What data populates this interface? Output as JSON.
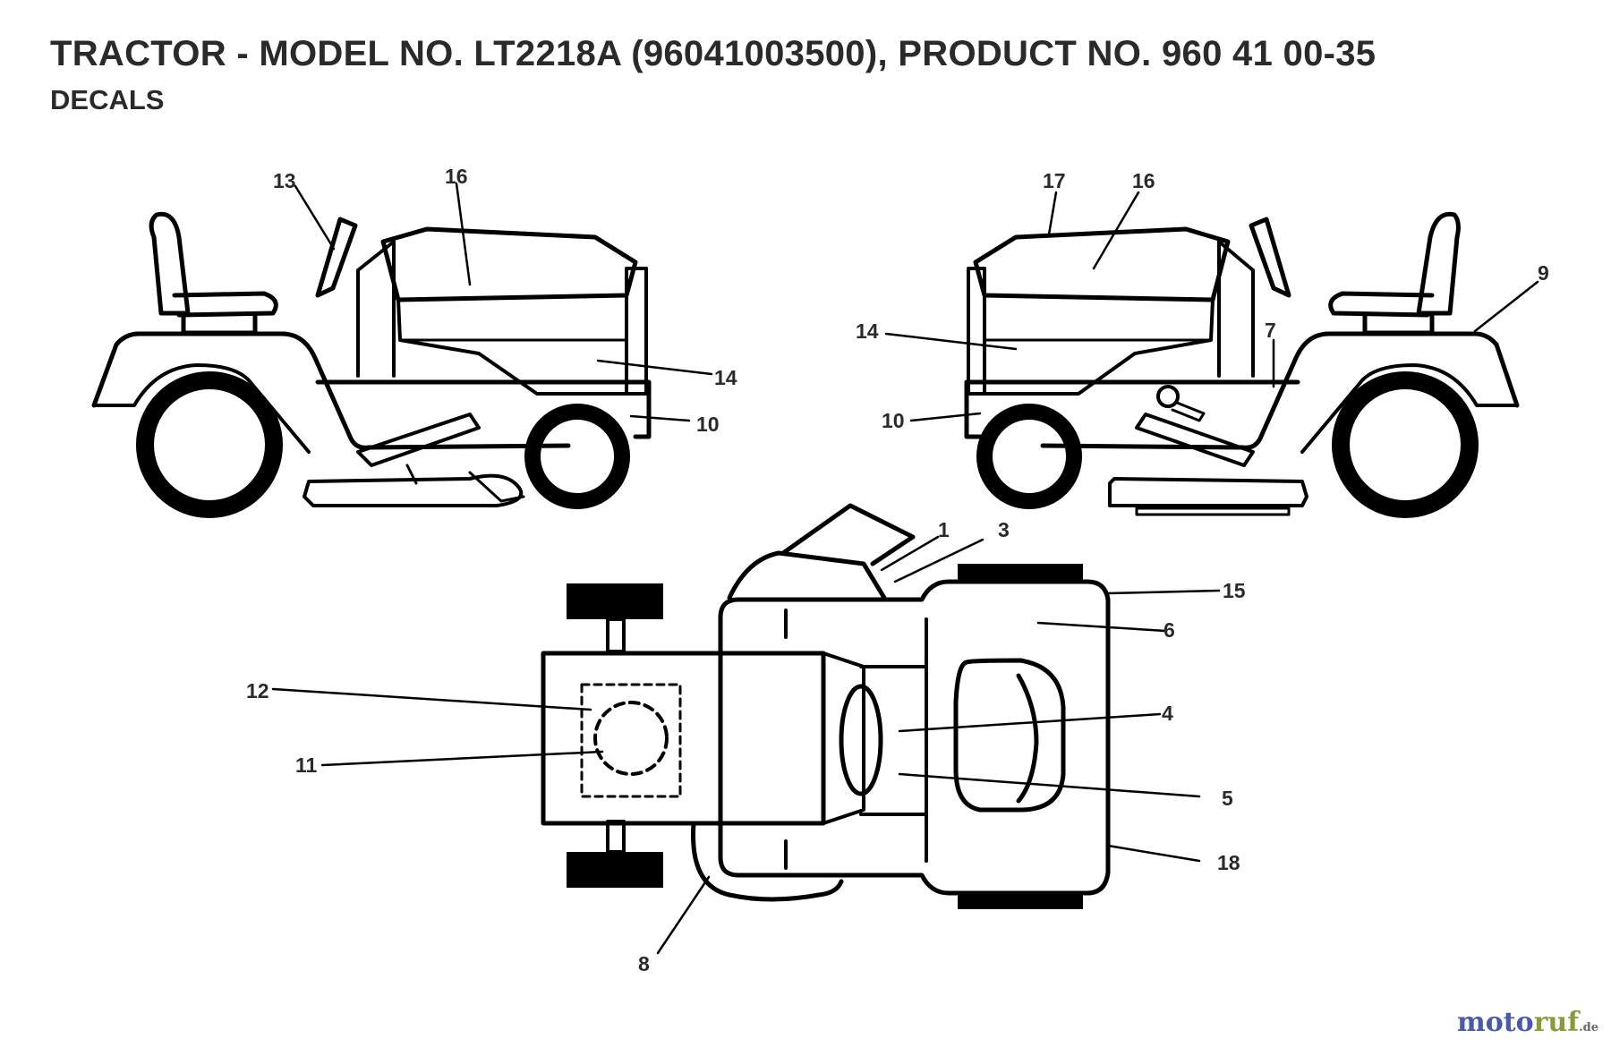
{
  "header": {
    "title": "TRACTOR - MODEL NO. LT2218A (96041003500), PRODUCT NO. 960 41 00-35",
    "subtitle": "DECALS"
  },
  "watermark": {
    "part1": "moto",
    "part2": "ruf",
    "tld": ".de",
    "colors": {
      "moto": "#4a5aa8",
      "ruf": "#8a9a3a",
      "tld": "#666666"
    }
  },
  "callouts": {
    "left_view": {
      "c13": "13",
      "c16": "16",
      "c14": "14",
      "c10": "10"
    },
    "right_view": {
      "c17": "17",
      "c16": "16",
      "c9": "9",
      "c14": "14",
      "c7": "7",
      "c10": "10"
    },
    "top_view": {
      "c1": "1",
      "c3": "3",
      "c15": "15",
      "c6": "6",
      "c12": "12",
      "c4": "4",
      "c11": "11",
      "c5": "5",
      "c18": "18",
      "c8": "8"
    }
  },
  "colors": {
    "stroke": "#000000",
    "text": "#2a2a2a",
    "background": "#ffffff"
  }
}
